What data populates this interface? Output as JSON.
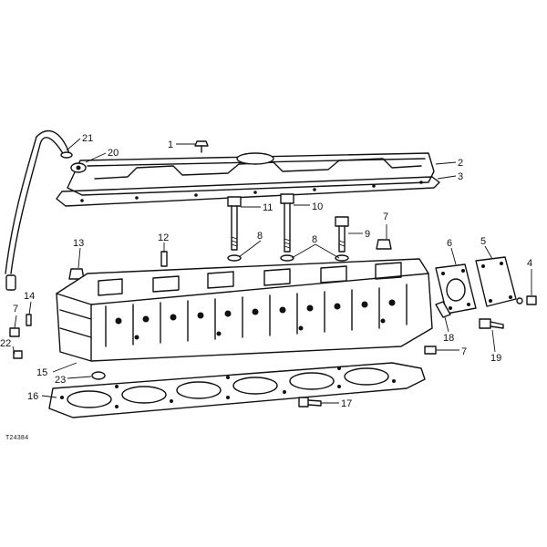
{
  "diagram": {
    "figure_ref": "T24384",
    "callouts": {
      "c1": "1",
      "c2": "2",
      "c3": "3",
      "c4": "4",
      "c5": "5",
      "c6": "6",
      "c7a": "7",
      "c7b": "7",
      "c7c": "7",
      "c8a": "8",
      "c8b": "8",
      "c9": "9",
      "c10": "10",
      "c11": "11",
      "c12": "12",
      "c13": "13",
      "c14": "14",
      "c15": "15",
      "c16": "16",
      "c17": "17",
      "c18": "18",
      "c19": "19",
      "c20": "20",
      "c21": "21",
      "c22": "22",
      "c23": "23"
    }
  }
}
